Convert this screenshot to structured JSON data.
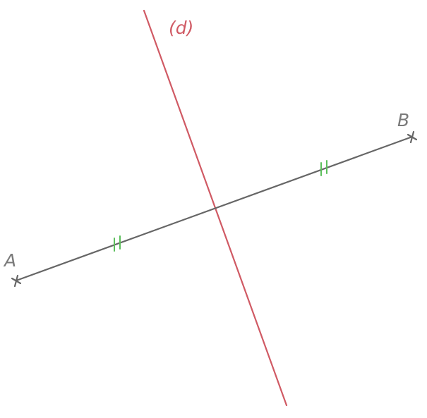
{
  "figure": {
    "point_a_label": "A",
    "point_b_label": "B",
    "line_d_label": "(d)"
  },
  "colors": {
    "segment": "#666666",
    "bisector": "#d05a64",
    "tick_marks": "#5cbf5c",
    "text": "#7a7a7a",
    "background": "#ffffff"
  }
}
